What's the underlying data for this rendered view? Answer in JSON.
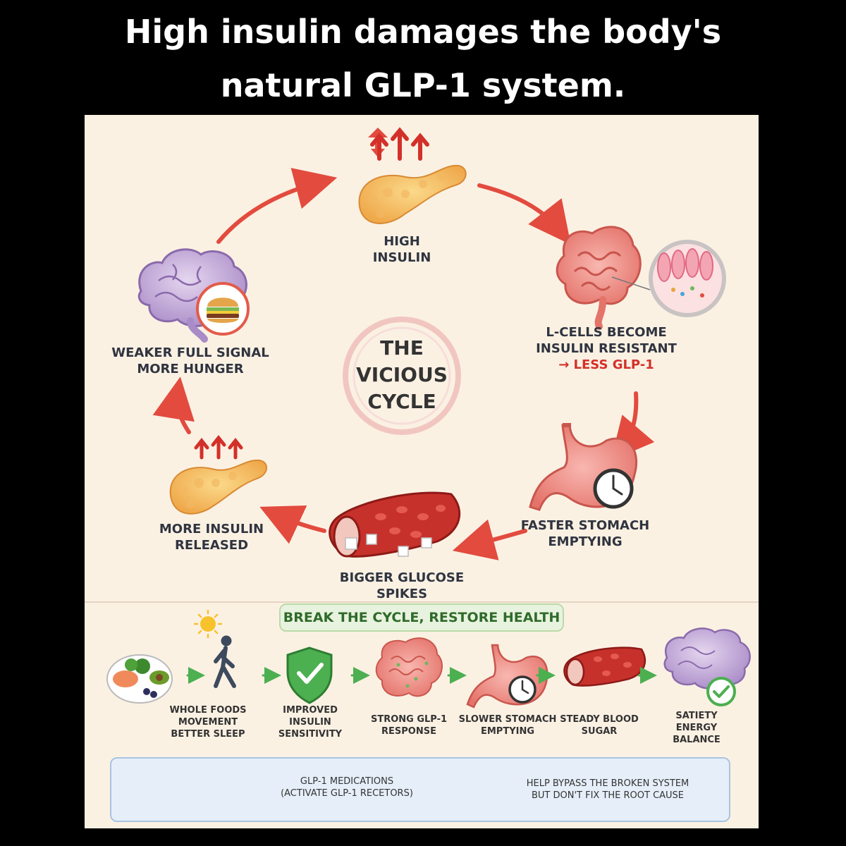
{
  "header": {
    "title_line1": "High insulin damages the body's",
    "title_line2": "natural GLP-1 system."
  },
  "cycle": {
    "center": [
      "THE",
      "VICIOUS",
      "CYCLE"
    ],
    "high_insulin": [
      "HIGH",
      "INSULIN"
    ],
    "l_cells": [
      "L-CELLS BECOME",
      "INSULIN RESISTANT"
    ],
    "l_cells_result": "→ LESS GLP-1",
    "stomach": [
      "FASTER STOMACH",
      "EMPTYING"
    ],
    "glucose": [
      "BIGGER GLUCOSE",
      "SPIKES"
    ],
    "more_insulin": [
      "MORE INSULIN",
      "RELEASED"
    ],
    "hunger": [
      "WEAKER FULL SIGNAL",
      "MORE HUNGER"
    ]
  },
  "break_cycle": {
    "title": "BREAK THE CYCLE, RESTORE HEALTH",
    "steps": [
      [
        "WHOLE FOODS",
        "MOVEMENT",
        "BETTER SLEEP"
      ],
      [
        "IMPROVED",
        "INSULIN",
        "SENSITIVITY"
      ],
      [
        "STRONG GLP-1",
        "RESPONSE"
      ],
      [
        "SLOWER STOMACH",
        "EMPTYING"
      ],
      [
        "STEADY BLOOD",
        "SUGAR"
      ],
      [
        "SATIETY",
        "ENERGY",
        "BALANCE"
      ]
    ]
  },
  "medication": {
    "label": [
      "GLP-1 MEDICATIONS",
      "(ACTIVATE GLP-1 RECETORS)"
    ],
    "result": [
      "HELP BYPASS THE BROKEN SYSTEM",
      "BUT DON'T FIX THE ROOT CAUSE"
    ]
  },
  "colors": {
    "arrow_red": "#e24b3e",
    "arrow_green": "#4caf50",
    "arrow_blue": "#2f7fd1",
    "panel_bg": "#fbf1e3"
  }
}
